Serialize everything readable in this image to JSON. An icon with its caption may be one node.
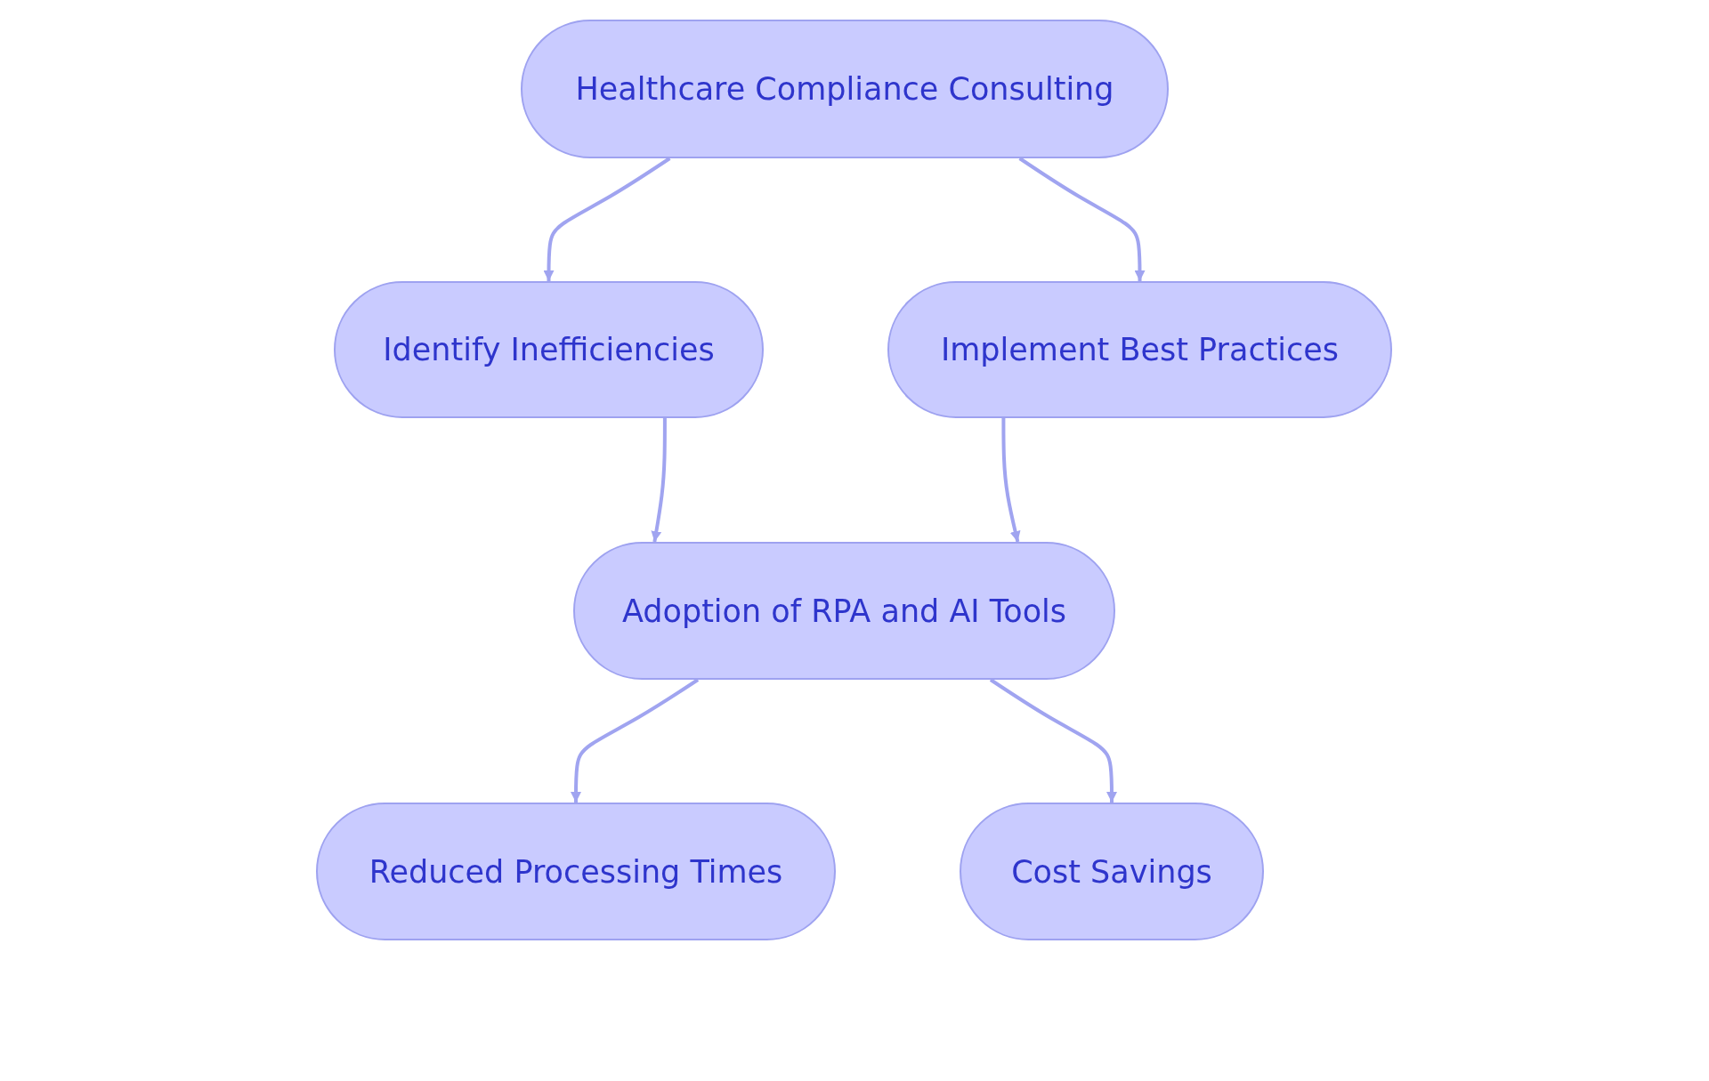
{
  "diagram": {
    "nodes": [
      {
        "text": [
          "Healthcare Compliance Consulting"
        ]
      },
      {
        "text": [
          "Identify Inefficiencies"
        ]
      },
      {
        "text": [
          "Implement Best Practices"
        ]
      },
      {
        "text": [
          "Adoption of RPA and AI Tools"
        ]
      },
      {
        "text": [
          "Reduced Processing Times"
        ]
      },
      {
        "text": [
          "Cost Savings"
        ]
      }
    ],
    "edges": [
      {
        "from": 0,
        "to": 1,
        "arrow": "to"
      },
      {
        "from": 0,
        "to": 2,
        "arrow": "to"
      },
      {
        "from": 1,
        "to": 3,
        "arrow": "to"
      },
      {
        "from": 2,
        "to": 3,
        "arrow": "to"
      },
      {
        "from": 3,
        "to": 4,
        "arrow": "to"
      },
      {
        "from": 3,
        "to": 5,
        "arrow": "to"
      }
    ]
  }
}
